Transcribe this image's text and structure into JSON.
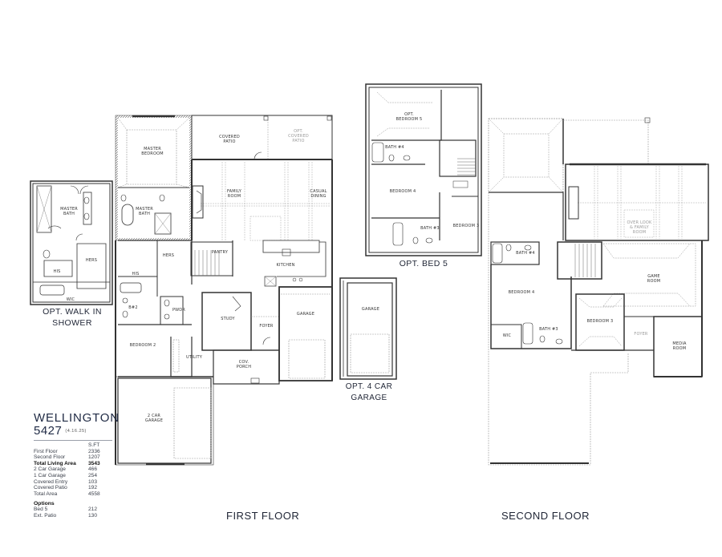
{
  "plan": {
    "name": "WELLINGTON",
    "code": "5427",
    "revision": "(4.16.25)",
    "table_header": "S.FT",
    "areas": [
      {
        "label": "First Floor",
        "value": "2336",
        "bold": false
      },
      {
        "label": "Second Floor",
        "value": "1207",
        "bold": false
      },
      {
        "label": "Total Living Area",
        "value": "3543",
        "bold": true
      },
      {
        "label": "2 Car Garage",
        "value": "466",
        "bold": false
      },
      {
        "label": "1 Car Garage",
        "value": "254",
        "bold": false
      },
      {
        "label": "Covered Entry",
        "value": "103",
        "bold": false
      },
      {
        "label": "Covered Patio",
        "value": "192",
        "bold": false
      },
      {
        "label": "Total Area",
        "value": "4558",
        "bold": false
      }
    ],
    "options_heading": "Options",
    "options": [
      {
        "label": "Bed 5",
        "value": "212"
      },
      {
        "label": "Ext. Patio",
        "value": "130"
      }
    ]
  },
  "captions": {
    "first_floor": "FIRST FLOOR",
    "second_floor": "SECOND FLOOR",
    "opt_walk_in_shower": "OPT. WALK IN\nSHOWER",
    "opt_4_car_garage": "OPT. 4 CAR\nGARAGE",
    "opt_bed_5": "OPT. BED 5"
  },
  "rooms": {
    "first_floor": {
      "master_bedroom": "MASTER\nBEDROOM",
      "covered_patio": "COVERED\nPATIO",
      "opt_covered_patio": "OPT.\nCOVERED\nPATIO",
      "family_room": "FAMILY\nROOM",
      "casual_dining": "CASUAL\nDINING",
      "master_bath": "MASTER\nBATH",
      "pantry": "PANTRY",
      "kitchen": "KITCHEN",
      "hers": "HERS",
      "his": "HIS",
      "bath_2": "B#2",
      "powder": "PWDR",
      "study": "STUDY",
      "foyer": "FOYER",
      "garage": "GARAGE",
      "bedroom_2": "BEDROOM 2",
      "utility": "UTILITY",
      "cov_porch": "COV.\nPORCH",
      "two_car_garage": "2 CAR\nGARAGE"
    },
    "walk_in_shower": {
      "master_bath": "MASTER\nBATH",
      "hers": "HERS",
      "his": "HIS",
      "wic": "WIC"
    },
    "opt_4_car_garage": {
      "garage": "GARAGE"
    },
    "opt_bed_5": {
      "opt_bedroom_5": "OPT.\nBEDROOM 5",
      "bath_4": "BATH #4",
      "bedroom_4": "BEDROOM 4",
      "bath_3": "BATH #3",
      "bedroom_3": "BEDROOM 3"
    },
    "second_floor": {
      "over_look": "OVER LOOK\n& FAMILY\nROOM",
      "bath_4": "BATH #4",
      "game_room": "GAME\nROOM",
      "bedroom_4": "BEDROOM 4",
      "wic": "WIC",
      "bath_3": "BATH #3",
      "bedroom_3": "BEDROOM 3",
      "foyer": "FOYER",
      "media_room": "MEDIA\nROOM"
    }
  },
  "colors": {
    "wall": "#3a3a3a",
    "dashed": "#9a9a9a",
    "text": "#1f2535"
  }
}
